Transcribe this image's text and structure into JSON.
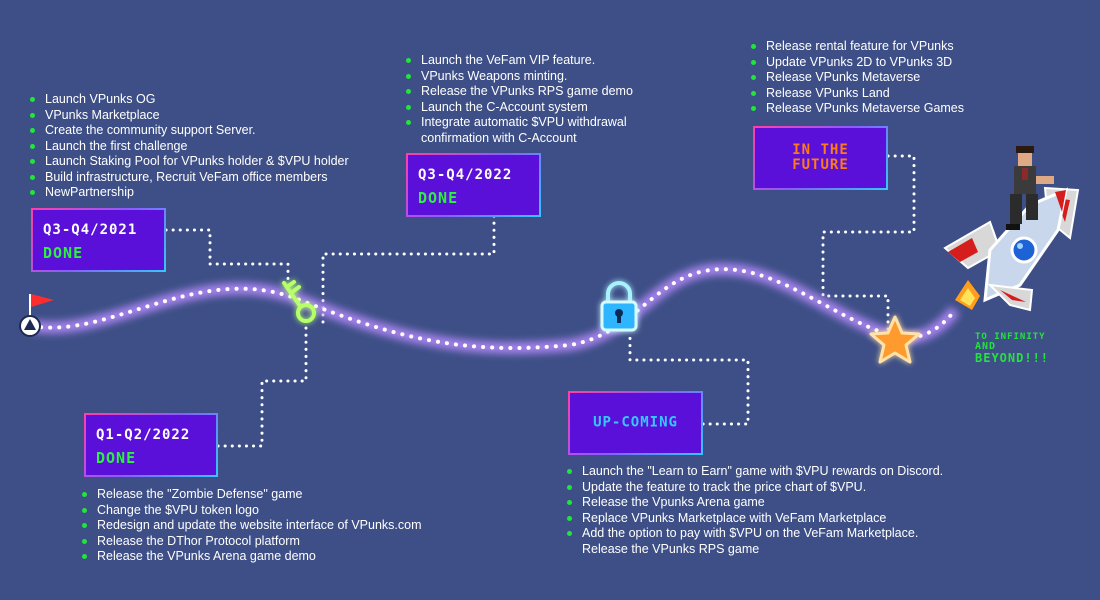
{
  "colors": {
    "background": "#3d4f86",
    "road_dots": "#ffffff",
    "road_glow": "#b98cff",
    "bullet": "#22e53a",
    "box_fill": "#5a10d8",
    "done_text": "#2bf23f",
    "upcoming_text": "#35c8ff",
    "future_text": "#ff7a18"
  },
  "icons": [
    "flag-icon",
    "key-icon",
    "padlock-icon",
    "star-icon",
    "rocket-icon"
  ],
  "phases": [
    {
      "period": "Q3-Q4/2021",
      "status": "DONE",
      "items": [
        "Launch VPunks OG",
        "VPunks Marketplace",
        "Create the community support Server.",
        "Launch the first challenge",
        "Launch Staking Pool for VPunks holder & $VPU holder",
        "Build infrastructure, Recruit VeFam office members",
        "NewPartnership"
      ]
    },
    {
      "period": "Q1-Q2/2022",
      "status": "DONE",
      "items": [
        "Release the \"Zombie Defense\" game",
        "Change the $VPU token logo",
        "Redesign and update the website interface of VPunks.com",
        "Release the DThor Protocol platform",
        "Release the VPunks Arena game demo"
      ]
    },
    {
      "period": "Q3-Q4/2022",
      "status": "DONE",
      "items": [
        "Launch the VeFam VIP feature.",
        "VPunks Weapons minting.",
        "Release the VPunks RPS game demo",
        "Launch the C-Account system",
        "Integrate automatic $VPU withdrawal confirmation with C-Account"
      ]
    },
    {
      "label": "UP-COMING",
      "items": [
        "Launch the \"Learn to Earn\" game with $VPU rewards on Discord.",
        "Update the feature to track the price chart of $VPU.",
        "Release the Vpunks Arena game",
        "Replace VPunks Marketplace with VeFam Marketplace",
        "Add the option to pay with $VPU on the VeFam Marketplace. Release the VPunks RPS game"
      ]
    },
    {
      "label_line1": "IN THE",
      "label_line2": "FUTURE",
      "items": [
        "Release rental feature for VPunks",
        "Update VPunks 2D to VPunks 3D",
        "Release VPunks Metaverse",
        "Release VPunks Land",
        "Release VPunks Metaverse Games"
      ]
    }
  ],
  "tagline": {
    "line1": "TO INFINITY",
    "line2": "AND",
    "line3": "BEYOND!!!"
  }
}
